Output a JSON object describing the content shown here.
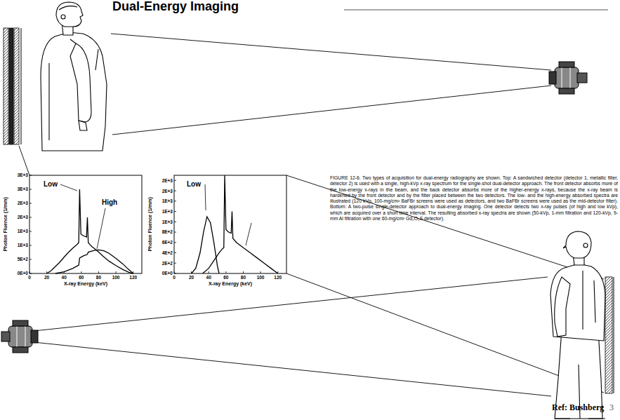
{
  "diagram": {
    "title": "Dual-Energy Imaging",
    "caption": "FIGURE 12-6. Two types of acquisition for dual-energy radiography are shown. Top: A sandwiched detector (detector 1, metallic filter, detector 2) is used with a single, high-kVp x-ray spectrum for the single-shot dual-detector approach. The front detector absorbs more of the low-energy x-rays in the beam, and the back detector absorbs more of the higher-energy x-rays, because the x-ray beam is hardened by the front detector and by the filter placed between the two detectors. The low- and the high-energy absorbed spectra are illustrated (120 kVp, 100-mg/cm² BaFBr screens were used as detectors, and two BaFBr screens were used as the mid-detector filter). Bottom: A two-pulse single-detector approach to dual-energy imaging. One detector detects two x-ray pulses (of high and low kVp), which are acquired over a short time interval. The resulting absorbed x-ray spectra are shown (50-kVp, 1-mm filtration and 120-kVp, 9-mm Al filtration with one 60-mg/cm² Gd₂O₂S detector).",
    "labels": [
      "0E+0",
      "5E+2",
      "1E+3",
      "1E+3",
      "2E+3",
      "2E+3",
      "3E+3",
      "3E+3",
      "0",
      "20",
      "40",
      "60",
      "80",
      "100",
      "120",
      "Photon Fluence (1/mm)",
      "X-ray Energy (keV)",
      "Low",
      "High",
      "0E+0",
      "2E+2",
      "4E+2",
      "6E+2",
      "8E+2",
      "1E+3",
      "1E+3",
      "1E+3",
      "2E+3",
      "2E+3",
      "0",
      "20",
      "40",
      "60",
      "80",
      "100",
      "120",
      "Photon Fluence (1/mm)",
      "X-ray Energy (keV)",
      "Low",
      "Ref: Bushberg",
      "3"
    ]
  }
}
